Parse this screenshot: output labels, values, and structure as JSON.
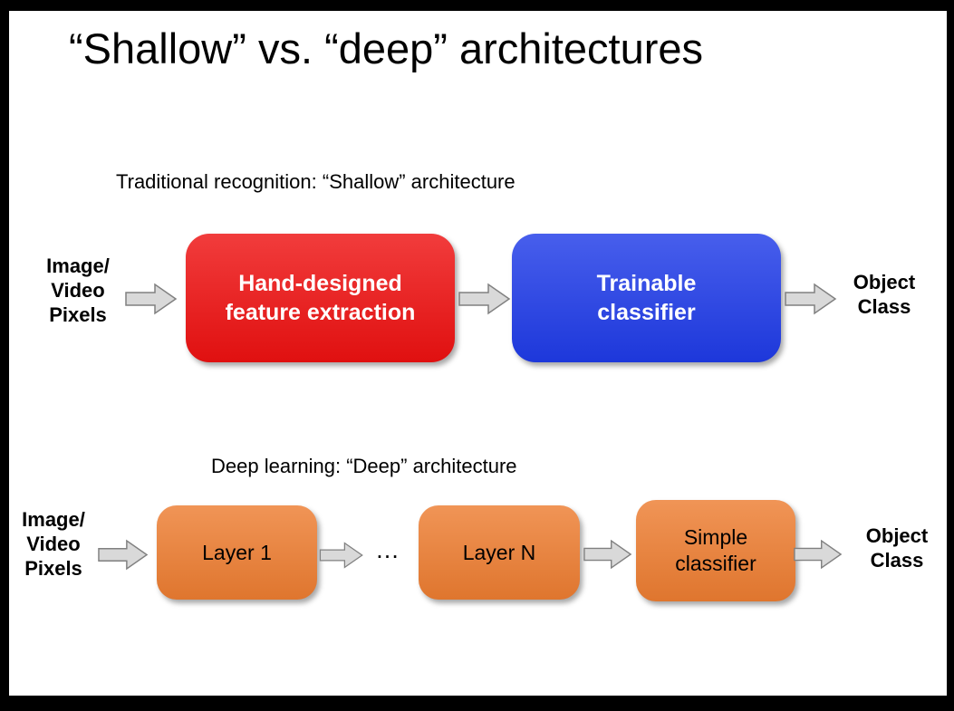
{
  "slide": {
    "title": "“Shallow” vs. “deep” architectures"
  },
  "colors": {
    "red_box": "#ee1111",
    "blue_box": "#1f3be8",
    "orange_box": "#ed7d31",
    "arrow_fill": "#d9d9d9",
    "arrow_border": "#808080",
    "slide_background": "#ffffff",
    "frame_background": "#000000"
  },
  "shallow": {
    "heading": "Traditional recognition: “Shallow” architecture",
    "input_label": "Image/\nVideo\nPixels",
    "box1_label": "Hand-designed\nfeature extraction",
    "box2_label": "Trainable\nclassifier",
    "output_label": "Object\nClass"
  },
  "deep": {
    "heading": "Deep learning: “Deep” architecture",
    "input_label": "Image/\nVideo\nPixels",
    "box1_label": "Layer 1",
    "ellipsis": "…",
    "box2_label": "Layer N",
    "box3_label": "Simple\nclassifier",
    "output_label": "Object\nClass"
  }
}
